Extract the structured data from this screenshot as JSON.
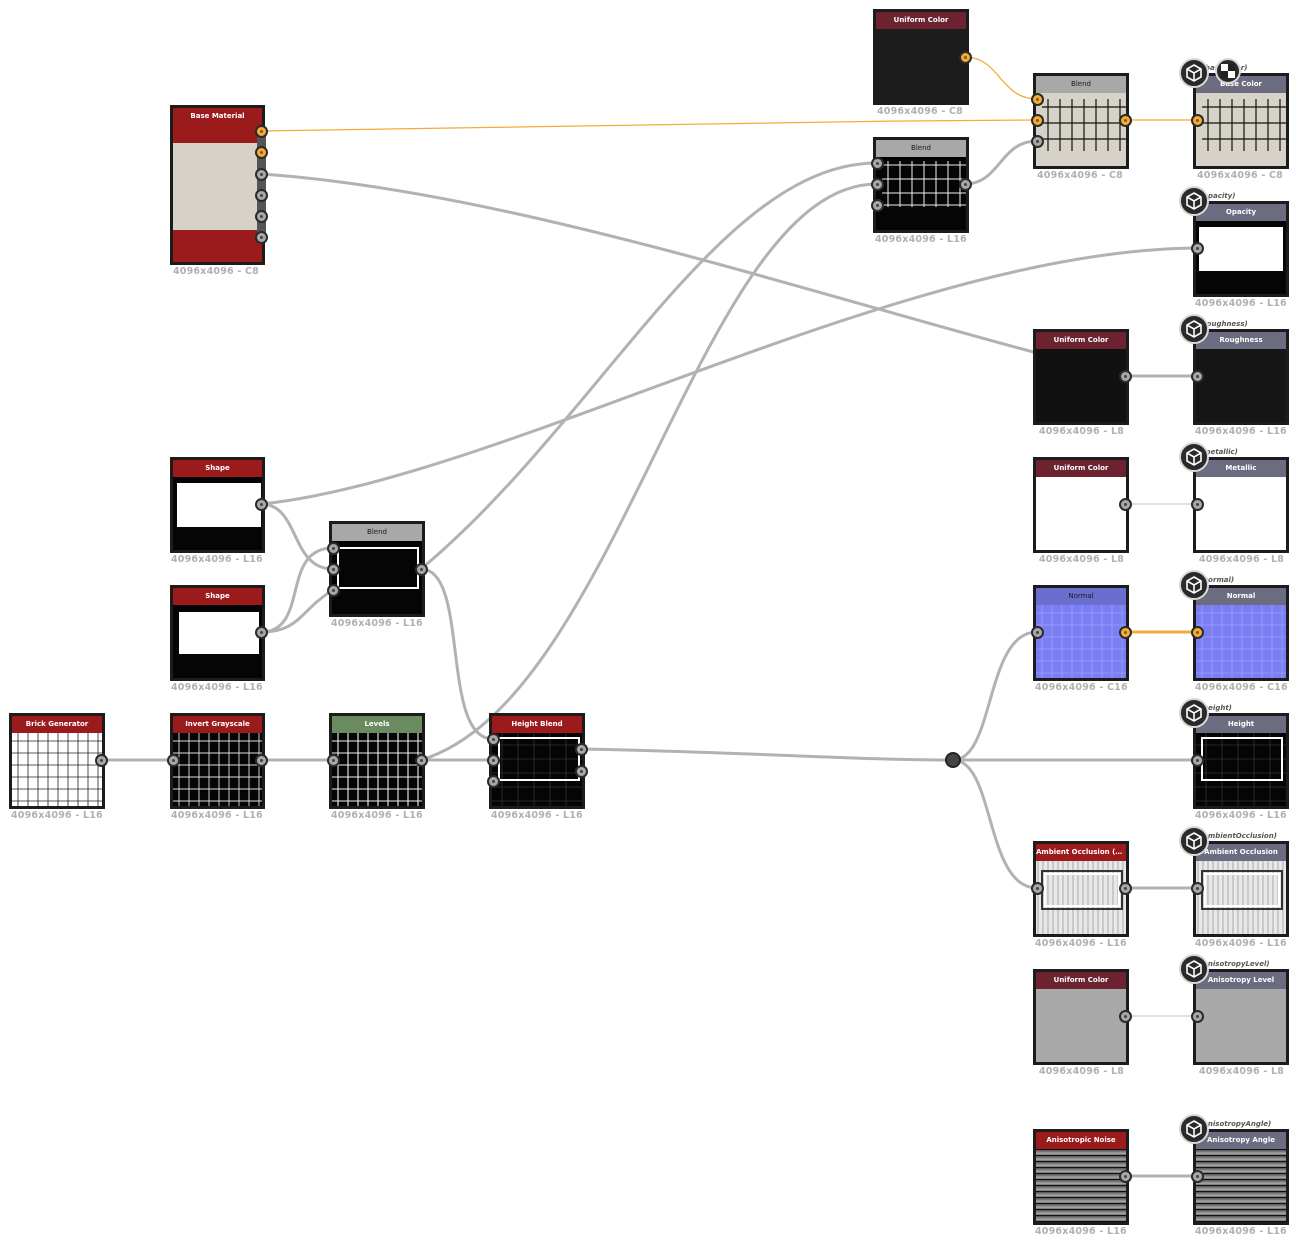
{
  "graph": {
    "nodes": {
      "base_material": {
        "title": "Base Material",
        "res": "4096x4096 - C8",
        "header_color": "#9b1a1c"
      },
      "uniform_color_top": {
        "title": "Uniform Color",
        "res": "4096x4096 - C8",
        "header_color": "#6b2330"
      },
      "blend_top": {
        "title": "Blend",
        "res": "4096x4096 - C8",
        "header_color": "#a8a8a8"
      },
      "blend_mid": {
        "title": "Blend",
        "res": "4096x4096 - L16",
        "header_color": "#a8a8a8"
      },
      "shape_1": {
        "title": "Shape",
        "res": "4096x4096 - L16",
        "header_color": "#9b1a1c"
      },
      "shape_2": {
        "title": "Shape",
        "res": "4096x4096 - L16",
        "header_color": "#9b1a1c"
      },
      "blend_left": {
        "title": "Blend",
        "res": "4096x4096 - L16",
        "header_color": "#a8a8a8"
      },
      "brick_generator": {
        "title": "Brick Generator",
        "res": "4096x4096 - L16",
        "header_color": "#9b1a1c"
      },
      "invert_grayscale": {
        "title": "Invert Grayscale",
        "res": "4096x4096 - L16",
        "header_color": "#9b1a1c"
      },
      "levels": {
        "title": "Levels",
        "res": "4096x4096 - L16",
        "header_color": "#6a8a60"
      },
      "height_blend": {
        "title": "Height Blend",
        "res": "4096x4096 - L16",
        "header_color": "#9b1a1c"
      },
      "uniform_color_rough": {
        "title": "Uniform Color",
        "res": "4096x4096 - L8",
        "header_color": "#6b2330"
      },
      "uniform_color_metal": {
        "title": "Uniform Color",
        "res": "4096x4096 - L8",
        "header_color": "#6b2330"
      },
      "normal": {
        "title": "Normal",
        "res": "4096x4096 - C16",
        "header_color": "#6a6fcf"
      },
      "ambient_occlusion": {
        "title": "Ambient Occlusion (HB...",
        "res": "4096x4096 - L16",
        "header_color": "#9b1a1c"
      },
      "uniform_color_aniso": {
        "title": "Uniform Color",
        "res": "4096x4096 - L8",
        "header_color": "#6b2330"
      },
      "anisotropic_noise": {
        "title": "Anisotropic Noise",
        "res": "4096x4096 - L16",
        "header_color": "#9b1a1c"
      }
    },
    "outputs": {
      "base_color": {
        "title": "Base Color",
        "res": "4096x4096 - C8",
        "id_label": "baseColor)"
      },
      "opacity": {
        "title": "Opacity",
        "res": "4096x4096 - L16",
        "id_label": "(opacity)"
      },
      "roughness": {
        "title": "Roughness",
        "res": "4096x4096 - L16",
        "id_label": "(roughness)"
      },
      "metallic": {
        "title": "Metallic",
        "res": "4096x4096 - L8",
        "id_label": "(metallic)"
      },
      "normal_out": {
        "title": "Normal",
        "res": "4096x4096 - C16",
        "id_label": "(normal)"
      },
      "height": {
        "title": "Height",
        "res": "4096x4096 - L16",
        "id_label": "(height)"
      },
      "ambient_occlusion_out": {
        "title": "Ambient Occlusion",
        "res": "4096x4096 - L16",
        "id_label": "(ambientOcclusion)"
      },
      "anisotropy_level": {
        "title": "Anisotropy Level",
        "res": "4096x4096 - L8",
        "id_label": "(anisotropyLevel)"
      },
      "anisotropy_angle": {
        "title": "Anisotropy Angle",
        "res": "4096x4096 - L16",
        "id_label": "(anisotropyAngle)"
      }
    },
    "colors": {
      "output_header": "#6c6c80",
      "wire_gray": "#b2b2b2",
      "wire_orange": "#f4ab3a",
      "normal_fill": "#7a7ef2"
    }
  }
}
